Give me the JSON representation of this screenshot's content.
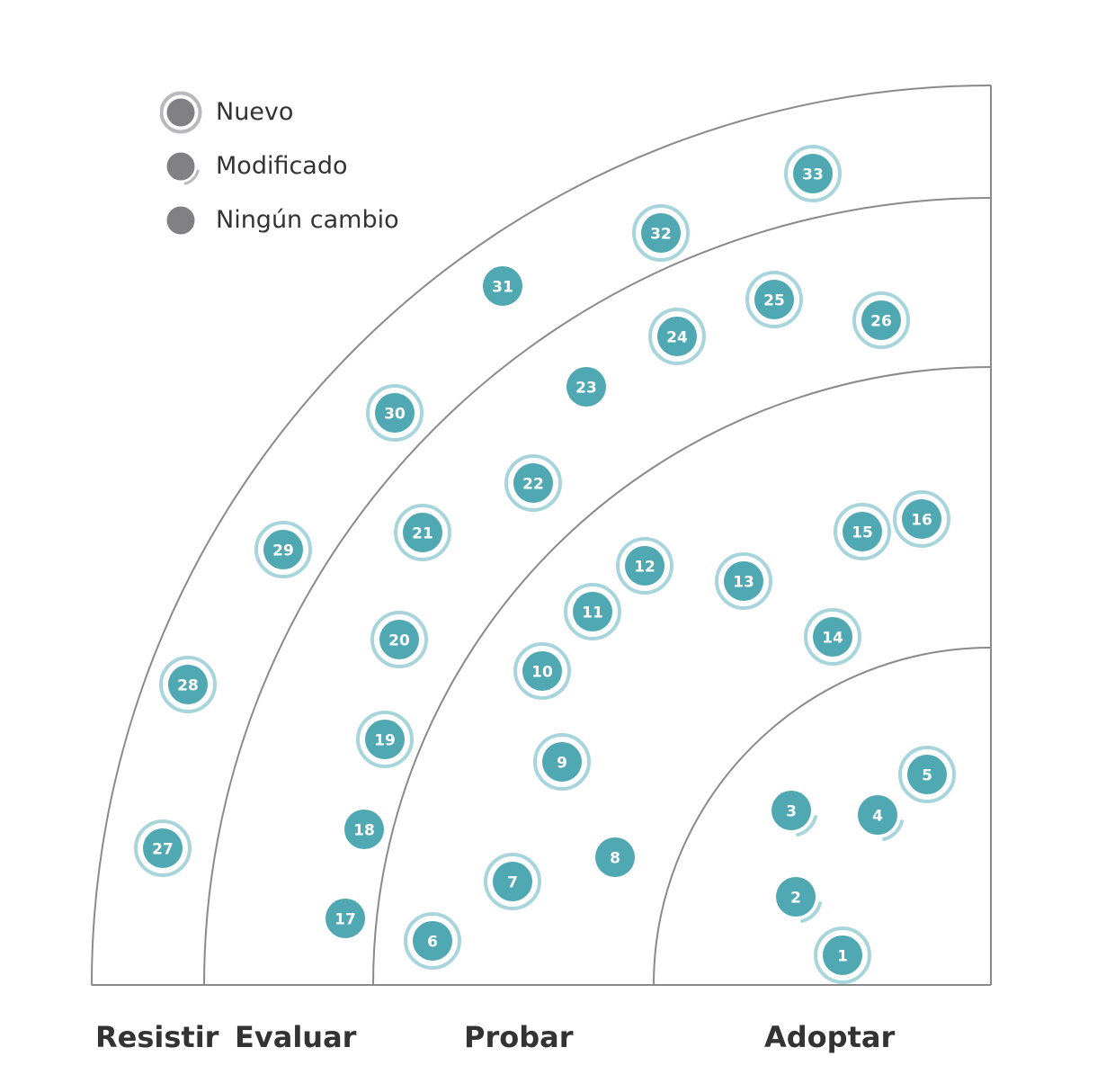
{
  "legend": {
    "new_label": "Nuevo",
    "modified_label": "Modificado",
    "nochange_label": "Ningún cambio"
  },
  "rings": [
    "Resistir",
    "Evaluar",
    "Probar",
    "Adoptar"
  ],
  "colors": {
    "blip": "#4fa8b2",
    "halo": "#a8d5dc",
    "legend_dot": "#808085",
    "legend_halo": "#b9b9bd",
    "lines": "#8a8a8a",
    "text": "#333333"
  },
  "blips": [
    {
      "n": "1",
      "status": "new"
    },
    {
      "n": "2",
      "status": "modified"
    },
    {
      "n": "3",
      "status": "modified"
    },
    {
      "n": "4",
      "status": "modified"
    },
    {
      "n": "5",
      "status": "new"
    },
    {
      "n": "6",
      "status": "new"
    },
    {
      "n": "7",
      "status": "new"
    },
    {
      "n": "8",
      "status": "none"
    },
    {
      "n": "9",
      "status": "new"
    },
    {
      "n": "10",
      "status": "new"
    },
    {
      "n": "11",
      "status": "new"
    },
    {
      "n": "12",
      "status": "new"
    },
    {
      "n": "13",
      "status": "new"
    },
    {
      "n": "14",
      "status": "new"
    },
    {
      "n": "15",
      "status": "new"
    },
    {
      "n": "16",
      "status": "new"
    },
    {
      "n": "17",
      "status": "none"
    },
    {
      "n": "18",
      "status": "none"
    },
    {
      "n": "19",
      "status": "new"
    },
    {
      "n": "20",
      "status": "new"
    },
    {
      "n": "21",
      "status": "new"
    },
    {
      "n": "22",
      "status": "new"
    },
    {
      "n": "23",
      "status": "none"
    },
    {
      "n": "24",
      "status": "new"
    },
    {
      "n": "25",
      "status": "new"
    },
    {
      "n": "26",
      "status": "new"
    },
    {
      "n": "27",
      "status": "new"
    },
    {
      "n": "28",
      "status": "new"
    },
    {
      "n": "29",
      "status": "new"
    },
    {
      "n": "30",
      "status": "new"
    },
    {
      "n": "31",
      "status": "none"
    },
    {
      "n": "32",
      "status": "new"
    },
    {
      "n": "33",
      "status": "new"
    }
  ]
}
